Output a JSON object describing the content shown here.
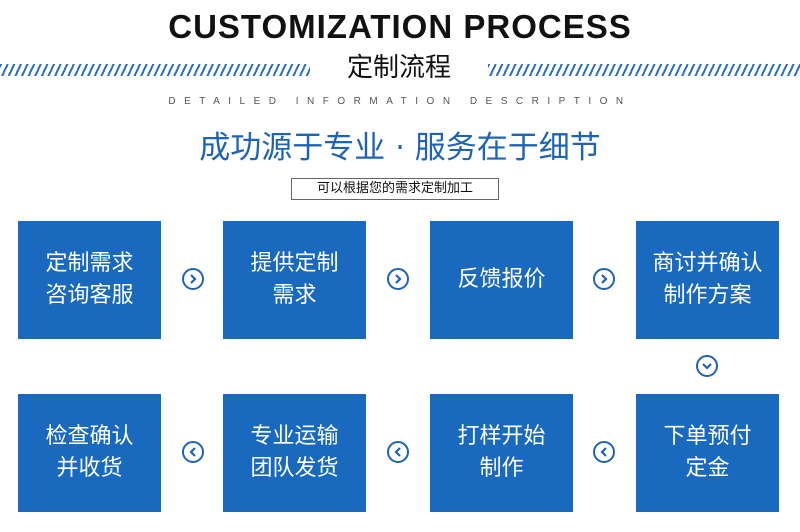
{
  "header": {
    "title": "CUSTOMIZATION PROCESS",
    "subtitle": "定制流程",
    "detail": "DETAILED INFORMATION DESCRIPTION",
    "slogan": "成功源于专业 · 服务在于细节",
    "note": "可以根据您的需求定制加工"
  },
  "steps": [
    {
      "line1": "定制需求",
      "line2": "咨询客服"
    },
    {
      "line1": "提供定制",
      "line2": "需求"
    },
    {
      "line1": "反馈报价",
      "line2": ""
    },
    {
      "line1": "商讨并确认",
      "line2": "制作方案"
    },
    {
      "line1": "下单预付",
      "line2": "定金"
    },
    {
      "line1": "打样开始",
      "line2": "制作"
    },
    {
      "line1": "专业运输",
      "line2": "团队发货"
    },
    {
      "line1": "检查确认",
      "line2": "并收货"
    }
  ],
  "icons": {
    "right": "chevron-right-circle-icon",
    "down": "chevron-down-circle-icon",
    "left": "chevron-left-circle-icon"
  },
  "colors": {
    "step_background": "#1969bf",
    "accent": "#1f63b6",
    "text_dark": "#111111"
  }
}
